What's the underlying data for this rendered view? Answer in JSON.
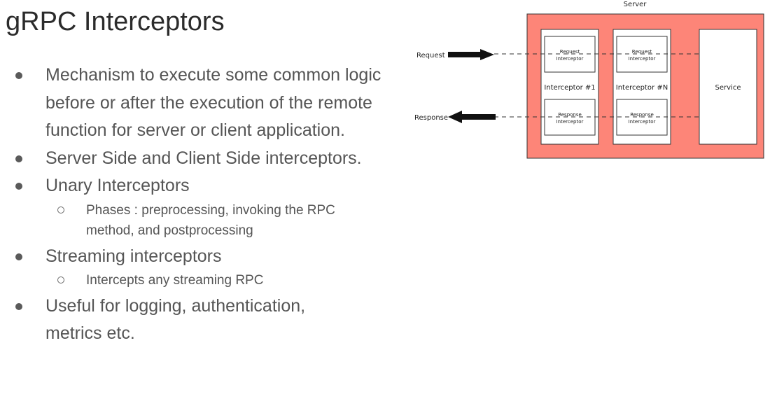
{
  "slide": {
    "title": "gRPC Interceptors"
  },
  "bullets": {
    "b1": "Mechanism to execute some common logic before or after the execution of the remote function for server or client application.",
    "b2": "Server Side and Client Side interceptors.",
    "b3": "Unary Interceptors",
    "b3_sub1": "Phases : preprocessing, invoking the RPC method, and postprocessing",
    "b4": "Streaming interceptors",
    "b4_sub1": "Intercepts any streaming RPC",
    "b5": "Useful for logging, authentication, metrics etc."
  },
  "diagram": {
    "server_label": "Server",
    "request_label": "Request",
    "response_label": "Response",
    "interceptor1_label": "Interceptor #1",
    "interceptorN_label": "Interceptor #N",
    "service_label": "Service",
    "req_interceptor_line1": "Request",
    "req_interceptor_line2": "Interceptor",
    "resp_interceptor_line1": "Response",
    "resp_interceptor_line2": "Interceptor",
    "server_fill": "#fd8578"
  }
}
